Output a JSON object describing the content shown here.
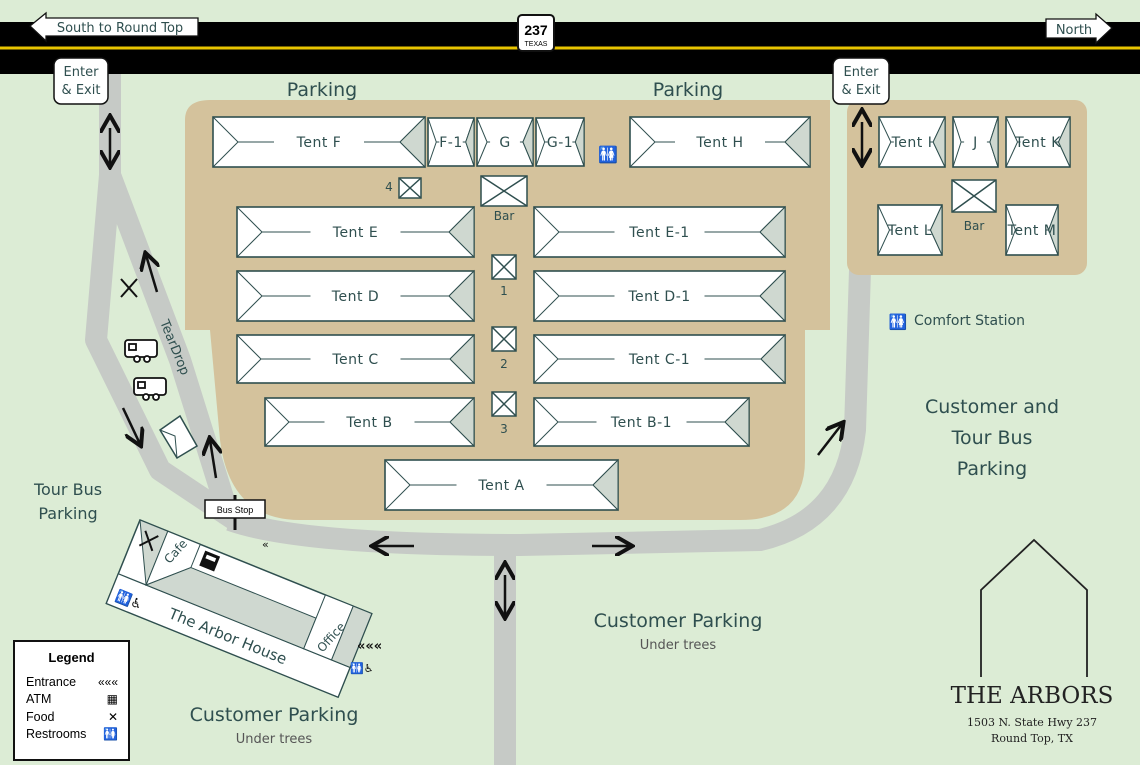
{
  "highway": {
    "west_label": "South to Round Top",
    "east_label": "North",
    "shield_number": "237",
    "shield_state": "TEXAS"
  },
  "entrances": {
    "west": "Enter & Exit",
    "east": "Enter & Exit"
  },
  "parking_labels": {
    "north_west": "Parking",
    "north_east": "Parking",
    "customer_tour": "Customer and Tour Bus Parking",
    "tour_bus": "Tour Bus Parking",
    "customer_center": "Customer Parking",
    "customer_center_sub": "Under trees",
    "customer_left": "Customer Parking",
    "customer_left_sub": "Under trees"
  },
  "tents": {
    "F": "Tent F",
    "F1": "F-1",
    "G": "G",
    "G1": "G-1",
    "H": "Tent H",
    "E": "Tent E",
    "E1": "Tent E-1",
    "D": "Tent D",
    "D1": "Tent D-1",
    "C": "Tent C",
    "C1": "Tent C-1",
    "B": "Tent B",
    "B1": "Tent B-1",
    "A": "Tent A",
    "I": "Tent I",
    "J": "J",
    "K": "Tent K",
    "L": "Tent L",
    "M": "Tent M"
  },
  "booths": {
    "n1": "1",
    "n2": "2",
    "n3": "3",
    "n4": "4",
    "bar_main": "Bar",
    "bar_east": "Bar"
  },
  "facilities": {
    "comfort_station": "Comfort Station",
    "teardrop": "TearDrop",
    "bus_stop": "Bus Stop",
    "cafe": "Cafe",
    "office": "Office",
    "arbor_house": "The Arbor House"
  },
  "logo": {
    "name": "THE ARBORS",
    "address1": "1503 N. State Hwy 237",
    "address2": "Round Top, TX"
  },
  "legend": {
    "title": "Legend",
    "items": [
      {
        "label": "Entrance",
        "icon": "entrance-chevrons-icon"
      },
      {
        "label": "ATM",
        "icon": "atm-icon"
      },
      {
        "label": "Food",
        "icon": "fork-knife-icon"
      },
      {
        "label": "Restrooms",
        "icon": "restroom-icon"
      }
    ]
  },
  "colors": {
    "grass": "#dcecd5",
    "lot": "#d4c29c",
    "road": "#c8ccc8",
    "highway": "#000000",
    "tent_fill": "#ffffff",
    "tent_stroke": "#2f4f4f"
  }
}
